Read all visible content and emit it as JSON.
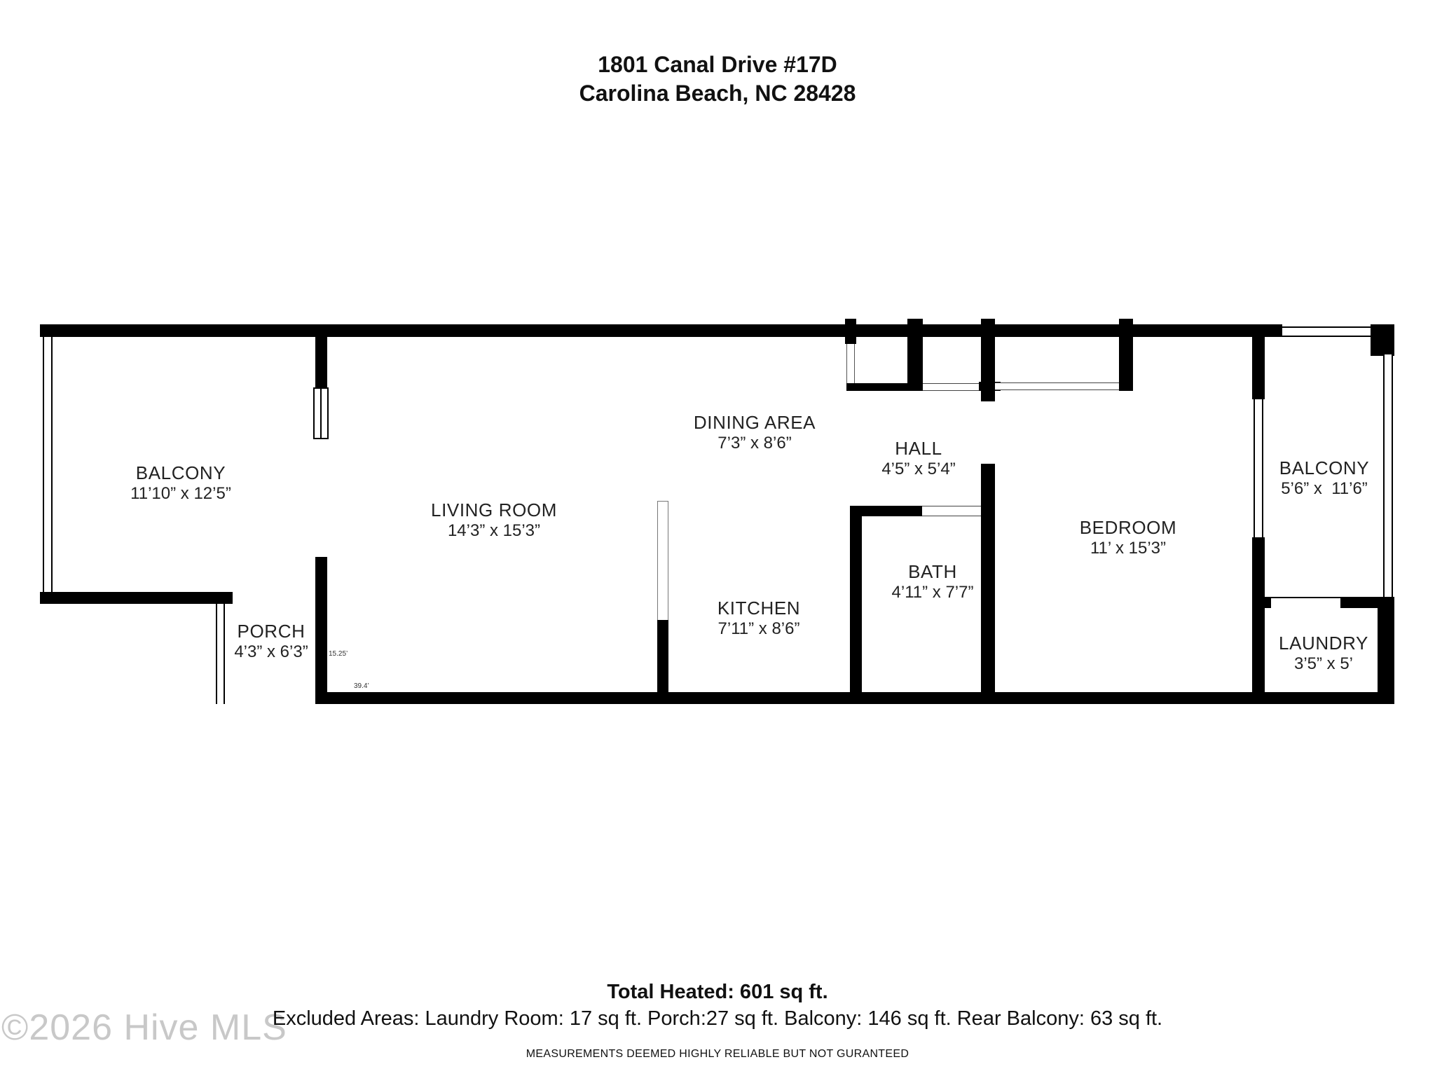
{
  "header": {
    "address_line1": "1801 Canal Drive #17D",
    "address_line2": "Carolina Beach, NC 28428"
  },
  "rooms": [
    {
      "id": "balcony-left",
      "name": "BALCONY",
      "dims": "11’10” x 12’5”"
    },
    {
      "id": "porch",
      "name": "PORCH",
      "dims": "4’3” x 6’3”"
    },
    {
      "id": "living-room",
      "name": "LIVING ROOM",
      "dims": "14’3” x 15’3”"
    },
    {
      "id": "dining-area",
      "name": "DINING AREA",
      "dims": "7’3” x 8’6”"
    },
    {
      "id": "hall",
      "name": "HALL",
      "dims": "4’5” x 5’4”"
    },
    {
      "id": "kitchen",
      "name": "KITCHEN",
      "dims": "7’11” x 8’6”"
    },
    {
      "id": "bath",
      "name": "BATH",
      "dims": "4’11” x 7’7”"
    },
    {
      "id": "bedroom",
      "name": "BEDROOM",
      "dims": "11’ x 15’3”"
    },
    {
      "id": "balcony-right",
      "name": "BALCONY",
      "dims": "5’6” x  11’6”"
    },
    {
      "id": "laundry",
      "name": "LAUNDRY",
      "dims": "3’5” x 5’"
    }
  ],
  "annotations": {
    "dim_vertical": "15.25’",
    "dim_horizontal": "39.4’"
  },
  "footer": {
    "total": "Total Heated: 601 sq ft.",
    "excluded": "Excluded Areas: Laundry Room: 17 sq ft. Porch:27 sq ft. Balcony: 146 sq ft. Rear Balcony: 63 sq ft.",
    "disclaimer": "MEASUREMENTS DEEMED HIGHLY RELIABLE BUT NOT GURANTEED"
  },
  "watermark": "©2026 Hive MLS",
  "colors": {
    "wall": "#000000",
    "background": "#ffffff",
    "text": "#1d1d1d",
    "watermark": "#c8c8c8"
  }
}
